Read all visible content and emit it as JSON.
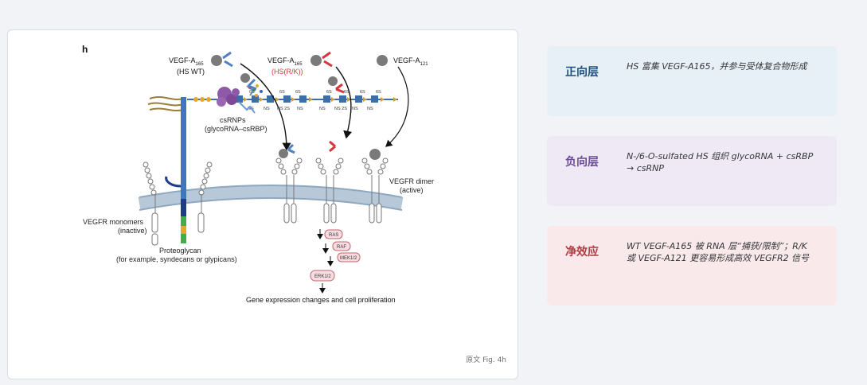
{
  "figure": {
    "panel_letter": "h",
    "caption": "原文 Fig. 4h",
    "ligands": {
      "wt": {
        "name": "VEGF-A",
        "sub": "165",
        "note": "(HS WT)"
      },
      "rk": {
        "name": "VEGF-A",
        "sub": "165",
        "note": "(HS(R/K))"
      },
      "a121": {
        "name": "VEGF-A",
        "sub": "121"
      }
    },
    "glyco_labels": {
      "six_s": "6S",
      "ns": "NS",
      "ns2s": "NS 2S"
    },
    "csrnp_label": {
      "line1": "csRNPs",
      "line2": "(glycoRNA–csRBP)"
    },
    "monomer_label": {
      "line1": "VEGFR monomers",
      "line2": "(inactive)"
    },
    "dimer_label": {
      "line1": "VEGFR dimer",
      "line2": "(active)"
    },
    "proteoglycan_label": {
      "line1": "Proteoglycan",
      "line2": "(for example, syndecans or glypicans)"
    },
    "cascade": {
      "ras": "RAS",
      "raf": "RAF",
      "mek": "MEK1/2",
      "erk": "ERK1/2"
    },
    "outcome": "Gene expression changes and cell proliferation",
    "colors": {
      "wt_ligand": "#4f7fbf",
      "rk_ligand": "#d8343c",
      "membrane": "#b7c8d8",
      "proteoglycan": "#3d77bf"
    }
  },
  "cards": [
    {
      "title": "正向层",
      "body": "HS 富集 VEGF-A165，并参与受体复合物形成",
      "bg": "#e8f0f7",
      "title_color": "#1f4f7a"
    },
    {
      "title": "负向层",
      "body": "N-/6-O-sulfated HS 组织 glycoRNA + csRBP → csRNP",
      "bg": "#efe9f6",
      "title_color": "#6b4a96"
    },
    {
      "title": "净效应",
      "body": "WT VEGF-A165 被 RNA 层“捕获/限制”；R/K 或 VEGF-A121 更容易形成高效 VEGFR2 信号",
      "bg": "#f9e9ea",
      "title_color": "#b23a43"
    }
  ]
}
